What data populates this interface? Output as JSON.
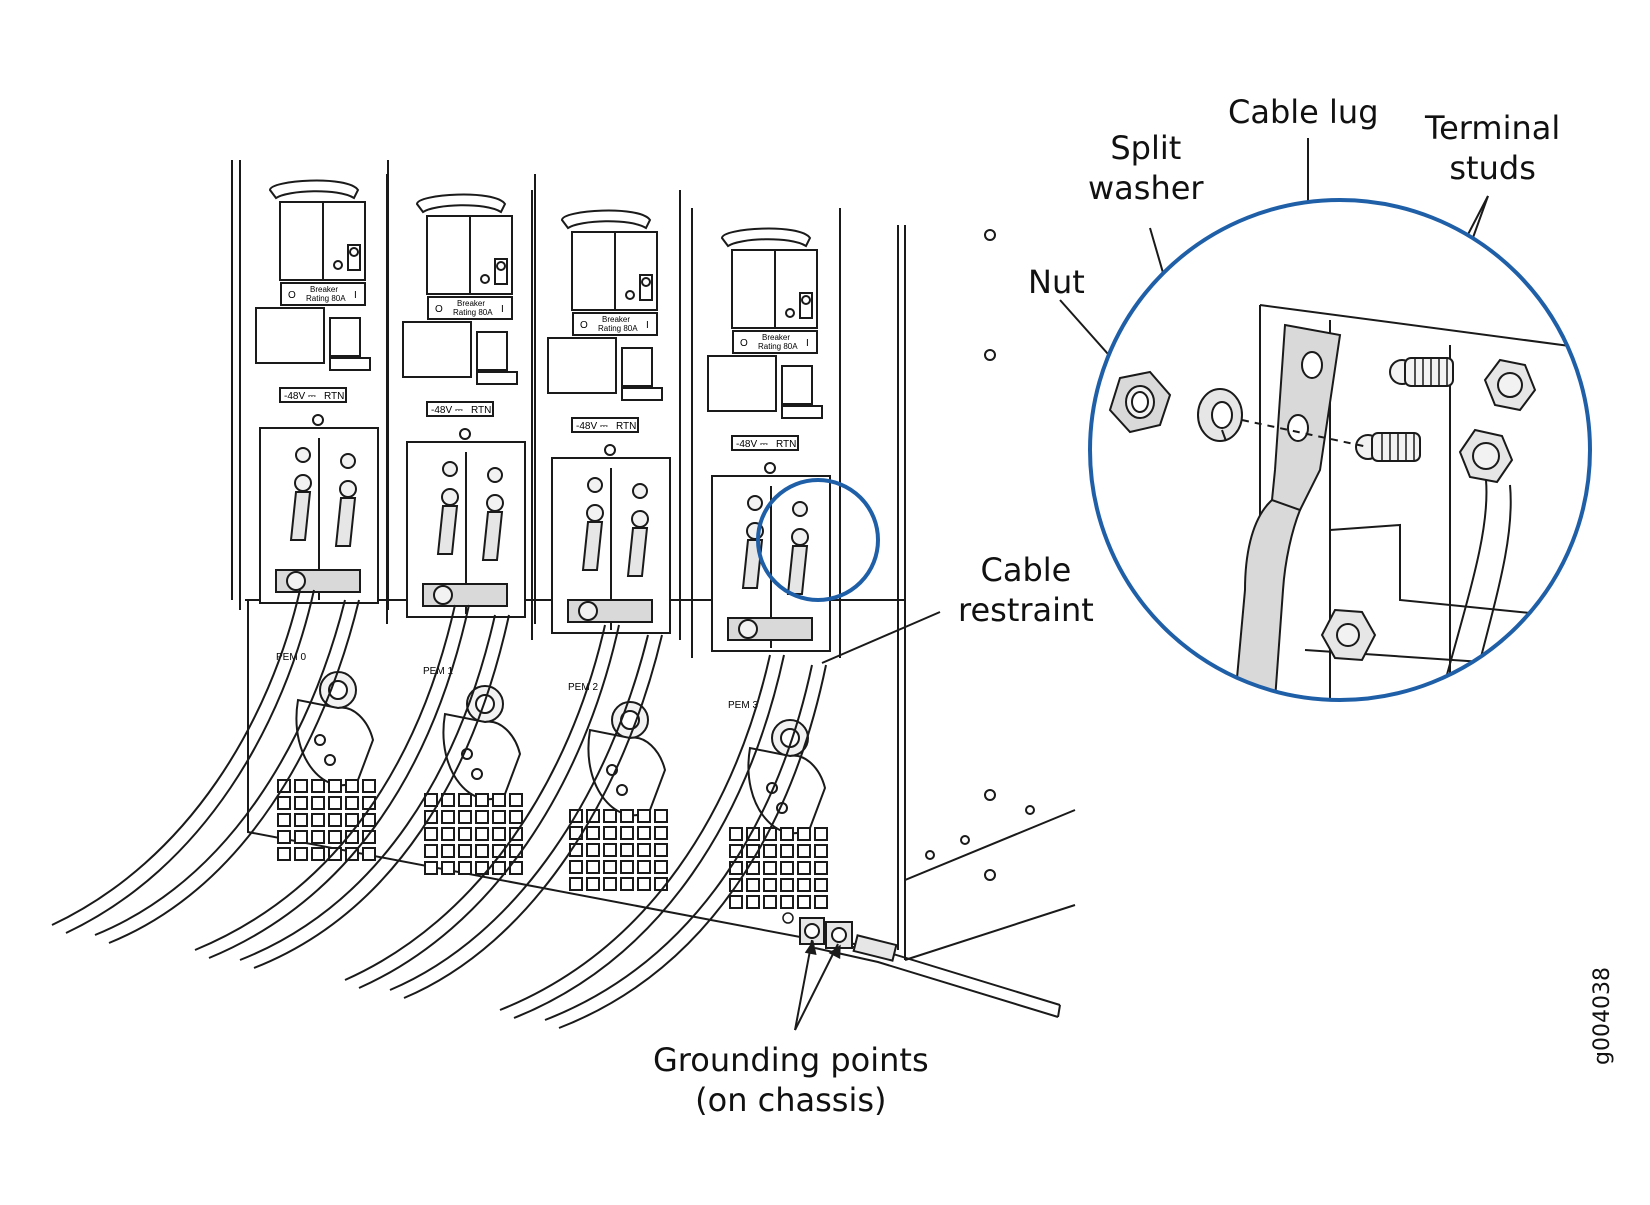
{
  "callouts": {
    "cable_lug": "Cable lug",
    "terminal_studs": [
      "Terminal",
      "studs"
    ],
    "split_washer": [
      "Split",
      "washer"
    ],
    "nut": "Nut",
    "cable_restraint": [
      "Cable",
      "restraint"
    ],
    "grounding_points": [
      "Grounding points",
      "(on chassis)"
    ]
  },
  "modules": [
    {
      "name": "PEM 0",
      "voltage": "-48V",
      "return": "RTN",
      "breaker": "Breaker",
      "rating": "Rating 80A"
    },
    {
      "name": "PEM 1",
      "voltage": "-48V",
      "return": "RTN",
      "breaker": "Breaker",
      "rating": "Rating 80A"
    },
    {
      "name": "PEM 2",
      "voltage": "-48V",
      "return": "RTN",
      "breaker": "Breaker",
      "rating": "Rating 80A"
    },
    {
      "name": "PEM 3",
      "voltage": "-48V",
      "return": "RTN",
      "breaker": "Breaker",
      "rating": "Rating 80A"
    }
  ],
  "switch_marks": {
    "off": "O",
    "on": "I"
  },
  "figure_id": "g004038",
  "colors": {
    "line": "#1a1a1a",
    "highlight_circle": "#1f5fa8",
    "fill_light": "#f2f2f2",
    "fill_mid": "#d9d9d9"
  }
}
